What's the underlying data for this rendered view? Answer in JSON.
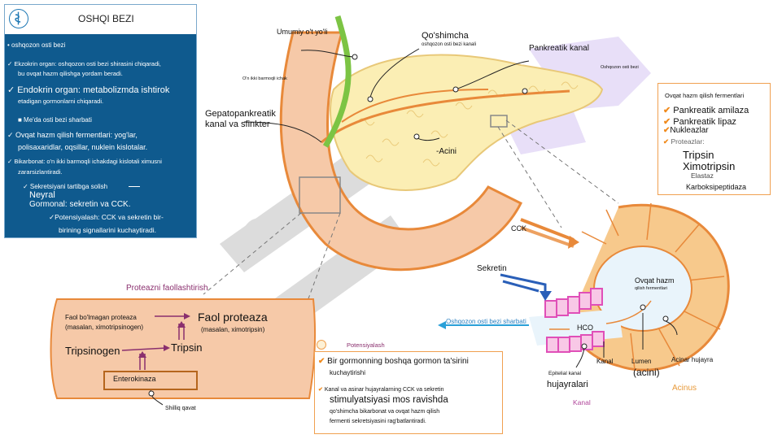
{
  "info_panel": {
    "title": "OSHQI BEZI",
    "logo_icon": "medical-caduceus-icon",
    "lines": [
      "• oshqozon osti bezi",
      "✓ Ekzokrin organ: oshqozon osti bezi shirasini chiqaradi,",
      "bu ovqat hazm qilishga yordam beradi.",
      "✓ Endokrin organ: metabolizmda ishtirok",
      "etadigan gormonlarni chiqaradi.",
      "■ Me'da osti bezi sharbati",
      "✓ Ovqat hazm qilish fermentlari: yog'lar,",
      "polisaxaridlar, oqsillar, nuklein kislotalar.",
      "✓ Bikarbonat: o'n ikki barmoqli ichakdagi kislotali ximusni",
      "zararsizlantiradi.",
      "✓ Sekretsiyani tartibga solish",
      "Neyral",
      "Gormonal: sekretin va CCK.",
      "✓Potensiyalash: CCK va sekretin bir-",
      "birining signallarini kuchaytiradi."
    ]
  },
  "anatomy_labels": {
    "common_bile_duct": "Umumiy o't yo'li",
    "accessory": "Qo'shimcha",
    "accessory_sub": "oshqozon osti bezi kanali",
    "pancreatic_duct": "Pankreatik kanal",
    "pancreas_small": "Oshqozon osti bezi",
    "duodenum_small": "O'n ikki barmoqli ichak",
    "hepatopancreatic": "Gepatopankreatik kanal va sfinkter",
    "acini": "-Acini"
  },
  "enzymes_box": {
    "title": "Ovqat hazm qilish fermentlari",
    "items": [
      "Pankreatik amilaza",
      "Pankreatik lipaz",
      "Nukleazlar"
    ],
    "proteases_label": "Proteazlar:",
    "proteases": [
      "Tripsin",
      "Ximotripsin",
      "Elastaz",
      "Karboksipeptidaza"
    ]
  },
  "acinus": {
    "cck": "CCK",
    "secretin": "Sekretin",
    "enzymes_big": "Ovqat hazm",
    "enzymes_small": "qilish fermentlari",
    "juice": "Oshqozon osti bezi sharbati",
    "hco": "HCO",
    "epithelial_1": "Epitelial kanal",
    "epithelial_2": "hujayralari",
    "duct": "Kanal",
    "lumen_1": "Lumen",
    "lumen_2": "(acini)",
    "acinar_cell": "Acinar hujayra",
    "duct_caption": "Kanal",
    "acinus_caption": "Acinus"
  },
  "protease_activation": {
    "title": "Proteazni faollashtirish",
    "inactive_1": "Faol bo'lmagan proteaza",
    "inactive_2": "(masalan, ximotripsinogen)",
    "active_1": "Faol proteaza",
    "active_2": "(masalan, ximotripsin)",
    "trypsinogen": "Tripsinogen",
    "trypsin": "Tripsin",
    "enterokinase": "Enterokinaza",
    "mucosa": "Shilliq qavat"
  },
  "potentiation": {
    "title": "Potensiyalash",
    "item1_1": "Bir gormonning boshqa gormon ta'sirini",
    "item1_2": "kuchaytirishi",
    "item2_1": "Kanal va asinar hujayralarning CCK va sekretin",
    "item2_2": "stimulyatsiyasi mos ravishda",
    "item2_3": "qo'shimcha bikarbonat va ovqat hazm qilish",
    "item2_4": "fermenti sekretsiyasini rag'batlantiradi."
  },
  "colors": {
    "panel_bg": "#0f5a8e",
    "duodenum": "#f6c9a8",
    "duodenum_outline": "#e8893a",
    "pancreas": "#fbeeb4",
    "bile_duct": "#7cc444",
    "acinar_cells": "#f7c98c",
    "duct_cells": "#e04fb8",
    "accent_orange": "#f08a1c",
    "purple_text": "#8a2f6e",
    "blue_arrow": "#2a5fb8"
  }
}
